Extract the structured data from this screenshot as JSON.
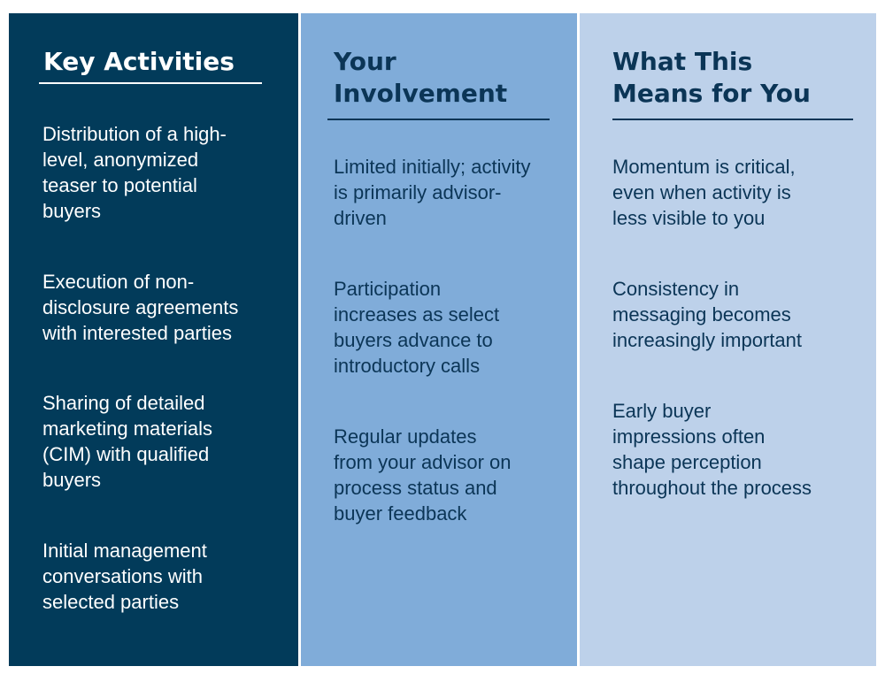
{
  "columns": [
    {
      "header": "Key Activities",
      "items": [
        "Distribution of a high-\nlevel, anonymized\nteaser to potential\nbuyers",
        "Execution of non-\ndisclosure agreements\nwith interested parties",
        "Sharing of detailed\nmarketing materials\n(CIM) with qualified\nbuyers",
        "Initial management\nconversations with\nselected parties"
      ]
    },
    {
      "header": "Your\nInvolvement",
      "items": [
        "Limited initially; activity\nis primarily advisor-\ndriven",
        "Participation\nincreases as select\nbuyers advance to\nintroductory calls",
        "Regular updates\nfrom your advisor on\nprocess status and\nbuyer feedback"
      ]
    },
    {
      "header": "What This\nMeans for You",
      "items": [
        "Momentum is critical,\neven when activity is\nless visible to you",
        "Consistency in\nmessaging becomes\nincreasingly important",
        "Early buyer\nimpressions often\nshape perception\nthroughout the process"
      ]
    }
  ],
  "colors": {
    "column_1_bg": "#023b5a",
    "column_2_bg": "#80acd9",
    "column_3_bg": "#bdd1ea",
    "column_1_text": "#ffffff",
    "dark_text": "#0b3556"
  }
}
